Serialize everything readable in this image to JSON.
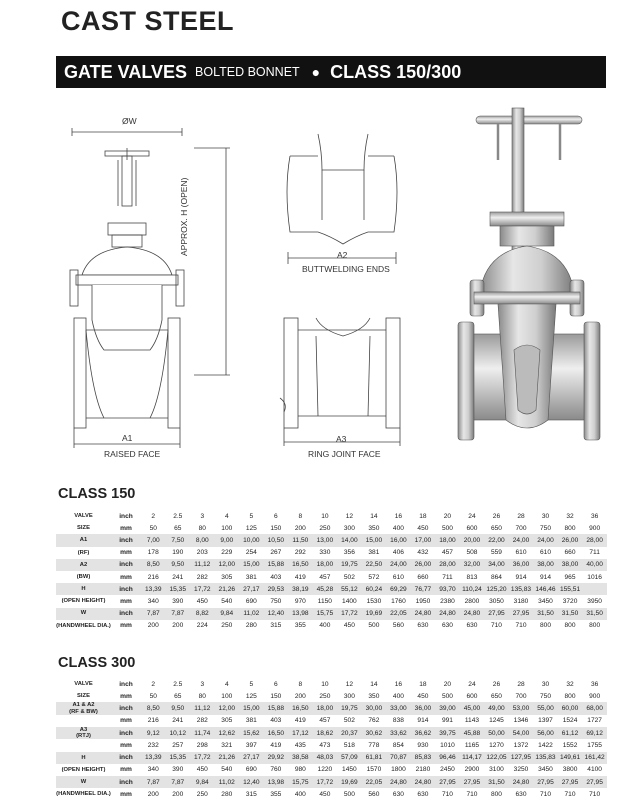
{
  "header": {
    "title": "CAST STEEL",
    "banner_product": "GATE VALVES",
    "banner_sub": "BOLTED BONNET",
    "banner_bullet": "●",
    "banner_class": "CLASS 150/300"
  },
  "drawing_labels": {
    "diameter_w": "ØW",
    "height": "APPROX. H (OPEN)",
    "a1": "A1",
    "raised_face": "RAISED FACE",
    "a2": "A2",
    "buttwelding": "BUTTWELDING ENDS",
    "a3": "A3",
    "ring_joint": "RING JOINT FACE"
  },
  "class150": {
    "title": "CLASS 150",
    "rows": [
      {
        "label": [
          "VALVE"
        ],
        "unit": "inch",
        "shade": false,
        "values": [
          "2",
          "2.5",
          "3",
          "4",
          "5",
          "6",
          "8",
          "10",
          "12",
          "14",
          "16",
          "18",
          "20",
          "24",
          "26",
          "28",
          "30",
          "32",
          "36"
        ]
      },
      {
        "label": [
          "SIZE"
        ],
        "unit": "mm",
        "shade": false,
        "values": [
          "50",
          "65",
          "80",
          "100",
          "125",
          "150",
          "200",
          "250",
          "300",
          "350",
          "400",
          "450",
          "500",
          "600",
          "650",
          "700",
          "750",
          "800",
          "900"
        ]
      },
      {
        "label": [
          "A1"
        ],
        "unit": "inch",
        "shade": true,
        "values": [
          "7,00",
          "7,50",
          "8,00",
          "9,00",
          "10,00",
          "10,50",
          "11,50",
          "13,00",
          "14,00",
          "15,00",
          "16,00",
          "17,00",
          "18,00",
          "20,00",
          "22,00",
          "24,00",
          "24,00",
          "26,00",
          "28,00"
        ]
      },
      {
        "label": [
          "(RF)"
        ],
        "unit": "mm",
        "shade": false,
        "values": [
          "178",
          "190",
          "203",
          "229",
          "254",
          "267",
          "292",
          "330",
          "356",
          "381",
          "406",
          "432",
          "457",
          "508",
          "559",
          "610",
          "610",
          "660",
          "711"
        ]
      },
      {
        "label": [
          "A2"
        ],
        "unit": "inch",
        "shade": true,
        "values": [
          "8,50",
          "9,50",
          "11,12",
          "12,00",
          "15,00",
          "15,88",
          "16,50",
          "18,00",
          "19,75",
          "22,50",
          "24,00",
          "26,00",
          "28,00",
          "32,00",
          "34,00",
          "36,00",
          "38,00",
          "38,00",
          "40,00"
        ]
      },
      {
        "label": [
          "(BW)"
        ],
        "unit": "mm",
        "shade": false,
        "values": [
          "216",
          "241",
          "282",
          "305",
          "381",
          "403",
          "419",
          "457",
          "502",
          "572",
          "610",
          "660",
          "711",
          "813",
          "864",
          "914",
          "914",
          "965",
          "1016"
        ]
      },
      {
        "label": [
          "H"
        ],
        "unit": "inch",
        "shade": true,
        "values": [
          "13,39",
          "15,35",
          "17,72",
          "21,26",
          "27,17",
          "29,53",
          "38,19",
          "45,28",
          "55,12",
          "60,24",
          "69,29",
          "76,77",
          "93,70",
          "110,24",
          "125,20",
          "135,83",
          "146,46",
          "155,51",
          ""
        ]
      },
      {
        "label": [
          "(OPEN HEIGHT)"
        ],
        "unit": "mm",
        "shade": false,
        "values": [
          "340",
          "390",
          "450",
          "540",
          "690",
          "750",
          "970",
          "1150",
          "1400",
          "1530",
          "1760",
          "1950",
          "2380",
          "2800",
          "3050",
          "3180",
          "3450",
          "3720",
          "3950"
        ]
      },
      {
        "label": [
          "W"
        ],
        "unit": "inch",
        "shade": true,
        "values": [
          "7,87",
          "7,87",
          "8,82",
          "9,84",
          "11,02",
          "12,40",
          "13,98",
          "15,75",
          "17,72",
          "19,69",
          "22,05",
          "24,80",
          "24,80",
          "24,80",
          "27,95",
          "27,95",
          "31,50",
          "31,50",
          "31,50"
        ]
      },
      {
        "label": [
          "(HANDWHEEL DIA.)"
        ],
        "unit": "mm",
        "shade": false,
        "values": [
          "200",
          "200",
          "224",
          "250",
          "280",
          "315",
          "355",
          "400",
          "450",
          "500",
          "560",
          "630",
          "630",
          "630",
          "710",
          "710",
          "800",
          "800",
          "800"
        ]
      }
    ]
  },
  "class300": {
    "title": "CLASS 300",
    "rows": [
      {
        "label": [
          "VALVE"
        ],
        "unit": "inch",
        "shade": false,
        "values": [
          "2",
          "2.5",
          "3",
          "4",
          "5",
          "6",
          "8",
          "10",
          "12",
          "14",
          "16",
          "18",
          "20",
          "24",
          "26",
          "28",
          "30",
          "32",
          "36"
        ]
      },
      {
        "label": [
          "SIZE"
        ],
        "unit": "mm",
        "shade": false,
        "values": [
          "50",
          "65",
          "80",
          "100",
          "125",
          "150",
          "200",
          "250",
          "300",
          "350",
          "400",
          "450",
          "500",
          "600",
          "650",
          "700",
          "750",
          "800",
          "900"
        ]
      },
      {
        "label": [
          "A1 & A2",
          "(RF & BW)"
        ],
        "unit": "inch",
        "shade": true,
        "values": [
          "8,50",
          "9,50",
          "11,12",
          "12,00",
          "15,00",
          "15,88",
          "16,50",
          "18,00",
          "19,75",
          "30,00",
          "33,00",
          "36,00",
          "39,00",
          "45,00",
          "49,00",
          "53,00",
          "55,00",
          "60,00",
          "68,00"
        ]
      },
      {
        "label": [
          ""
        ],
        "unit": "mm",
        "shade": false,
        "values": [
          "216",
          "241",
          "282",
          "305",
          "381",
          "403",
          "419",
          "457",
          "502",
          "762",
          "838",
          "914",
          "991",
          "1143",
          "1245",
          "1346",
          "1397",
          "1524",
          "1727"
        ]
      },
      {
        "label": [
          "A3",
          "(RTJ)"
        ],
        "unit": "inch",
        "shade": true,
        "values": [
          "9,12",
          "10,12",
          "11,74",
          "12,62",
          "15,62",
          "16,50",
          "17,12",
          "18,62",
          "20,37",
          "30,62",
          "33,62",
          "36,62",
          "39,75",
          "45,88",
          "50,00",
          "54,00",
          "56,00",
          "61,12",
          "69,12"
        ]
      },
      {
        "label": [
          ""
        ],
        "unit": "mm",
        "shade": false,
        "values": [
          "232",
          "257",
          "298",
          "321",
          "397",
          "419",
          "435",
          "473",
          "518",
          "778",
          "854",
          "930",
          "1010",
          "1165",
          "1270",
          "1372",
          "1422",
          "1552",
          "1755"
        ]
      },
      {
        "label": [
          "H"
        ],
        "unit": "inch",
        "shade": true,
        "values": [
          "13,39",
          "15,35",
          "17,72",
          "21,26",
          "27,17",
          "29,92",
          "38,58",
          "48,03",
          "57,09",
          "61,81",
          "70,87",
          "85,83",
          "96,46",
          "114,17",
          "122,05",
          "127,95",
          "135,83",
          "149,61",
          "161,42"
        ]
      },
      {
        "label": [
          "(OPEN HEIGHT)"
        ],
        "unit": "mm",
        "shade": false,
        "values": [
          "340",
          "390",
          "450",
          "540",
          "690",
          "760",
          "980",
          "1220",
          "1450",
          "1570",
          "1800",
          "2180",
          "2450",
          "2900",
          "3100",
          "3250",
          "3450",
          "3800",
          "4100"
        ]
      },
      {
        "label": [
          "W"
        ],
        "unit": "inch",
        "shade": true,
        "values": [
          "7,87",
          "7,87",
          "9,84",
          "11,02",
          "12,40",
          "13,98",
          "15,75",
          "17,72",
          "19,69",
          "22,05",
          "24,80",
          "24,80",
          "27,95",
          "27,95",
          "31,50",
          "24,80",
          "27,95",
          "27,95",
          "27,95"
        ]
      },
      {
        "label": [
          "(HANDWHEEL DIA.)"
        ],
        "unit": "mm",
        "shade": false,
        "values": [
          "200",
          "200",
          "250",
          "280",
          "315",
          "355",
          "400",
          "450",
          "500",
          "560",
          "630",
          "630",
          "710",
          "710",
          "800",
          "630",
          "710",
          "710",
          "710"
        ]
      }
    ]
  }
}
